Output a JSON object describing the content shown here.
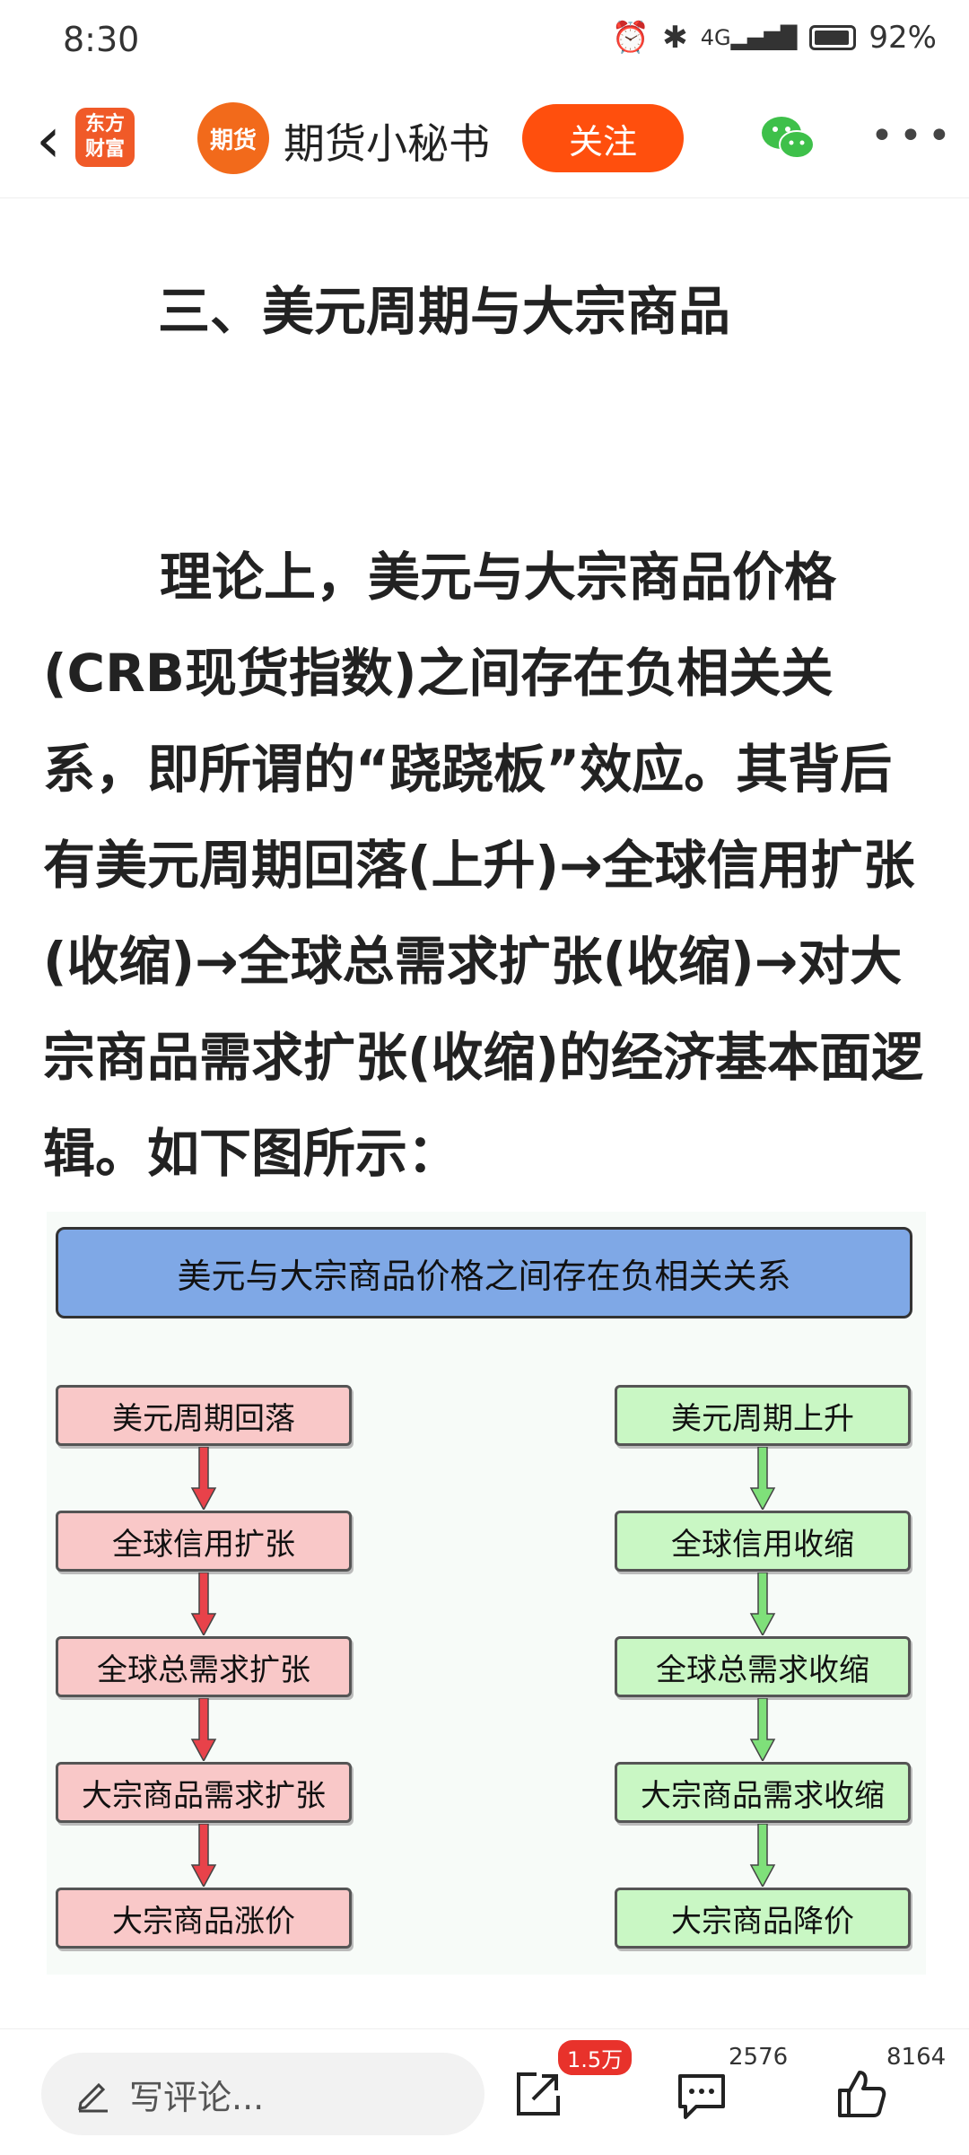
{
  "status_bar": {
    "time": "8:30",
    "battery": "92%"
  },
  "header": {
    "app_logo_line1": "东方",
    "app_logo_line2": "财富",
    "account_avatar_text": "期货",
    "account_name": "期货小秘书",
    "follow_label": "关注"
  },
  "article": {
    "section_title": "三、美元周期与大宗商品",
    "paragraph": "理论上，美元与大宗商品价格(CRB现货指数)之间存在负相关关系，即所谓的“跷跷板”效应。其背后有美元周期回落(上升)→全球信用扩张(收缩)→全球总需求扩张(收缩)→对大宗商品需求扩张(收缩)的经济基本面逻辑。如下图所示："
  },
  "diagram": {
    "title": "美元与大宗商品价格之间存在负相关关系",
    "left_chain": [
      "美元周期回落",
      "全球信用扩张",
      "全球总需求扩张",
      "大宗商品需求扩张",
      "大宗商品涨价"
    ],
    "right_chain": [
      "美元周期上升",
      "全球信用收缩",
      "全球总需求收缩",
      "大宗商品需求收缩",
      "大宗商品降价"
    ],
    "left_color": "#f9c8c8",
    "right_color": "#c9f7c4",
    "left_arrow_color": "#e8424a",
    "right_arrow_color": "#7fe07a"
  },
  "bottom_bar": {
    "comment_placeholder": "写评论...",
    "share_badge": "1.5万",
    "comment_count": "2576",
    "like_count": "8164"
  }
}
